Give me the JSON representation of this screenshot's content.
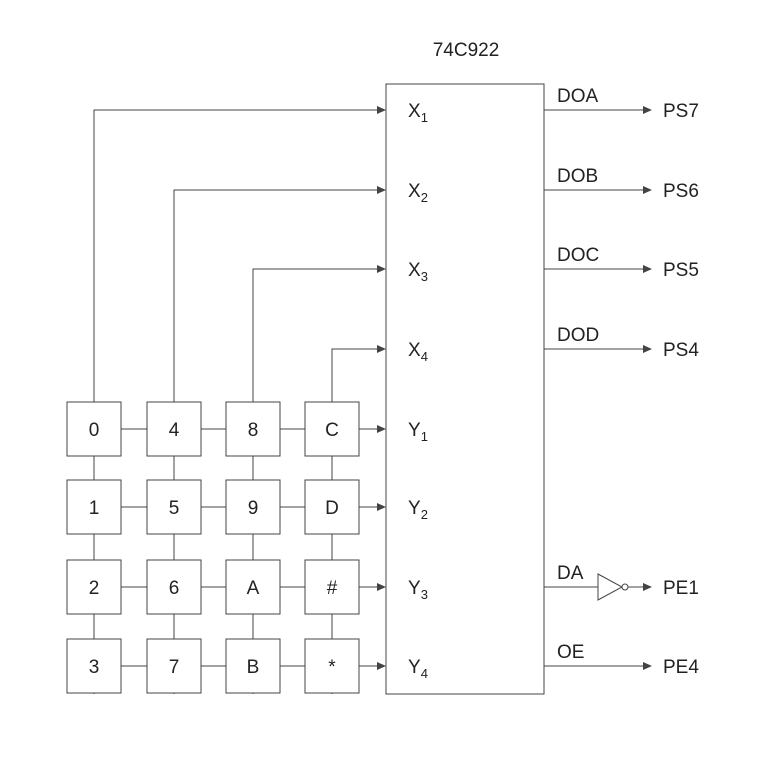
{
  "chip": {
    "title": "74C922",
    "left_pins": [
      {
        "base": "X",
        "sub": "1"
      },
      {
        "base": "X",
        "sub": "2"
      },
      {
        "base": "X",
        "sub": "3"
      },
      {
        "base": "X",
        "sub": "4"
      },
      {
        "base": "Y",
        "sub": "1"
      },
      {
        "base": "Y",
        "sub": "2"
      },
      {
        "base": "Y",
        "sub": "3"
      },
      {
        "base": "Y",
        "sub": "4"
      }
    ],
    "outputs": [
      {
        "pin": "DOA",
        "dest": "PS7"
      },
      {
        "pin": "DOB",
        "dest": "PS6"
      },
      {
        "pin": "DOC",
        "dest": "PS5"
      },
      {
        "pin": "DOD",
        "dest": "PS4"
      },
      {
        "pin": "DA",
        "dest": "PE1",
        "inverter": true
      },
      {
        "pin": "OE",
        "dest": "PE4"
      }
    ]
  },
  "keypad": {
    "rows": [
      [
        "0",
        "4",
        "8",
        "C"
      ],
      [
        "1",
        "5",
        "9",
        "D"
      ],
      [
        "2",
        "6",
        "A",
        "#"
      ],
      [
        "3",
        "7",
        "B",
        "*"
      ]
    ]
  },
  "colors": {
    "line": "#444444",
    "text": "#222222",
    "background": "#ffffff"
  }
}
